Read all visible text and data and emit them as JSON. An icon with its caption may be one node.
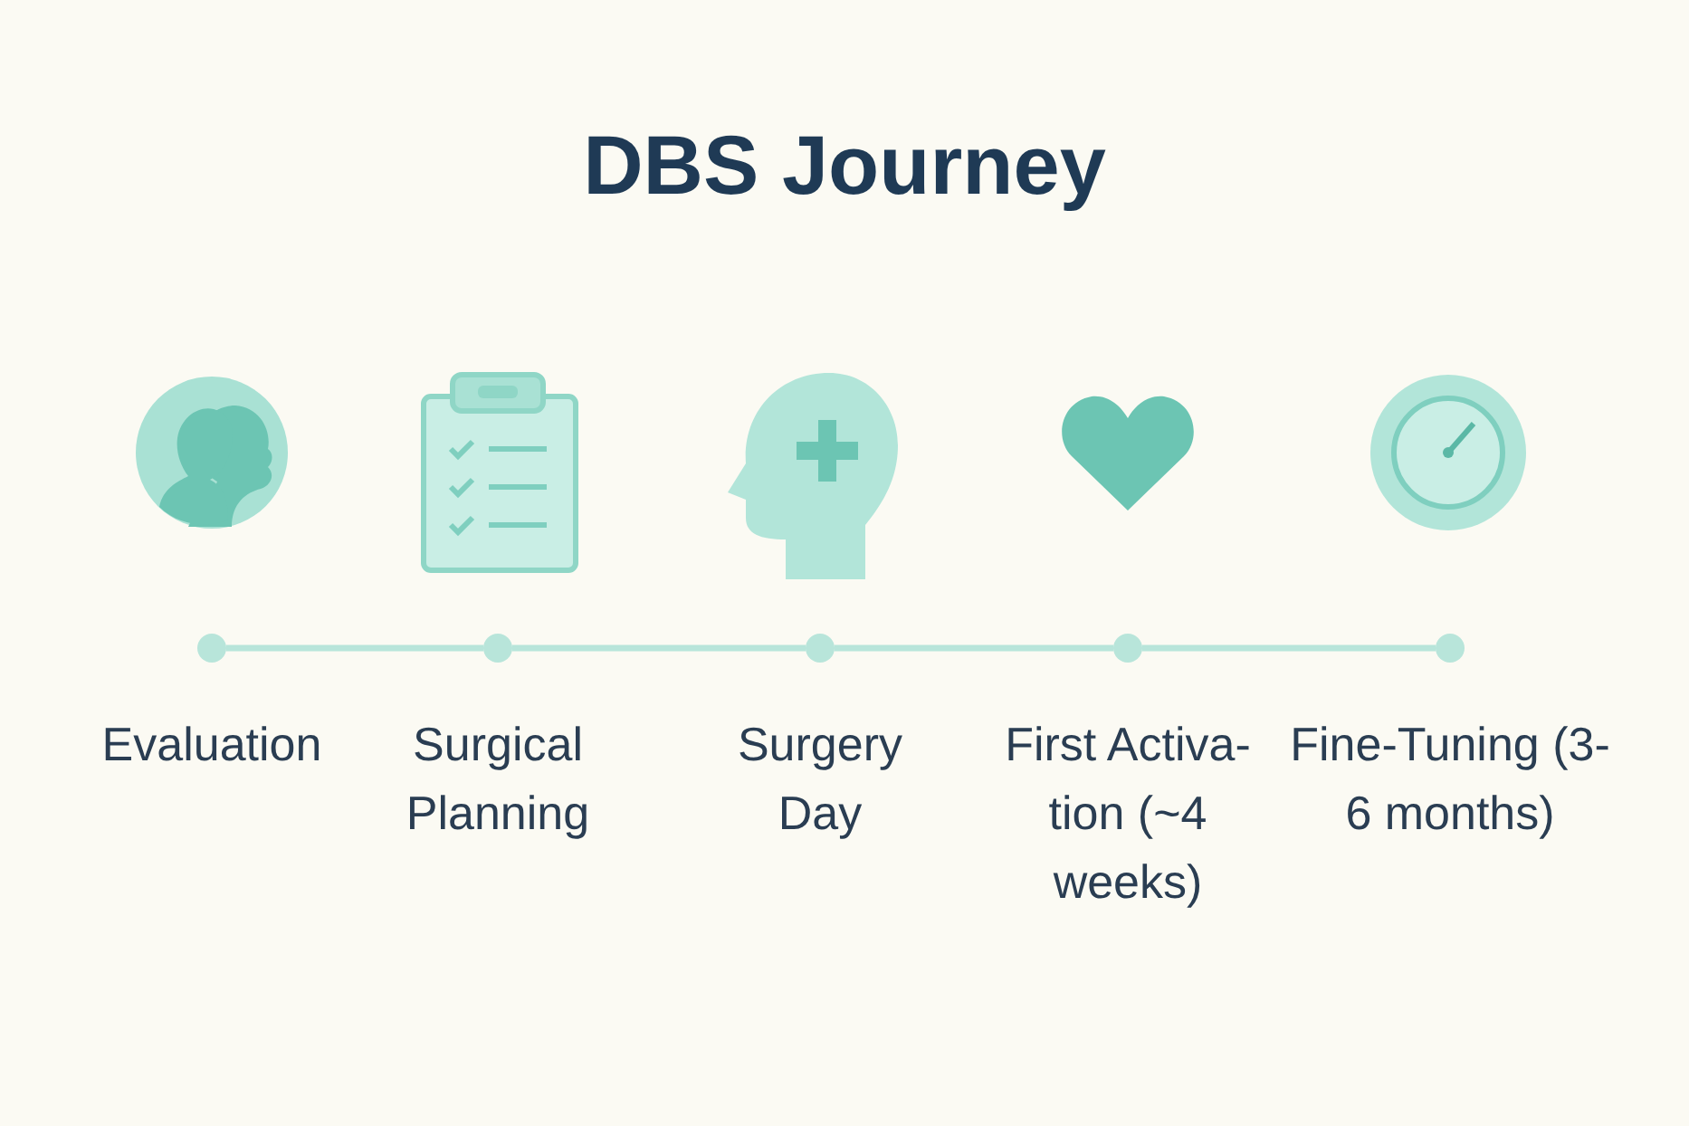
{
  "diagram": {
    "title": "DBS Journey",
    "nodes": [
      {
        "text": [],
        "shape": "circle",
        "beside": [
          "Evaluation"
        ]
      },
      {
        "text": [],
        "shape": "circle",
        "beside": [
          "Surgical Planning"
        ]
      },
      {
        "text": [],
        "shape": "circle",
        "beside": [
          "Surgery Day"
        ]
      },
      {
        "text": [],
        "shape": "circle",
        "beside": [
          "First Activa- tion (~4 weeks)"
        ]
      },
      {
        "text": [],
        "shape": "circle",
        "beside": [
          "Fine-Tuning (3-6 months)"
        ]
      }
    ],
    "edges": [
      {
        "from": 0,
        "to": 1,
        "arrow": "none"
      },
      {
        "from": 1,
        "to": 2,
        "arrow": "none"
      },
      {
        "from": 2,
        "to": 3,
        "arrow": "none"
      },
      {
        "from": 3,
        "to": 4,
        "arrow": "none"
      }
    ]
  }
}
